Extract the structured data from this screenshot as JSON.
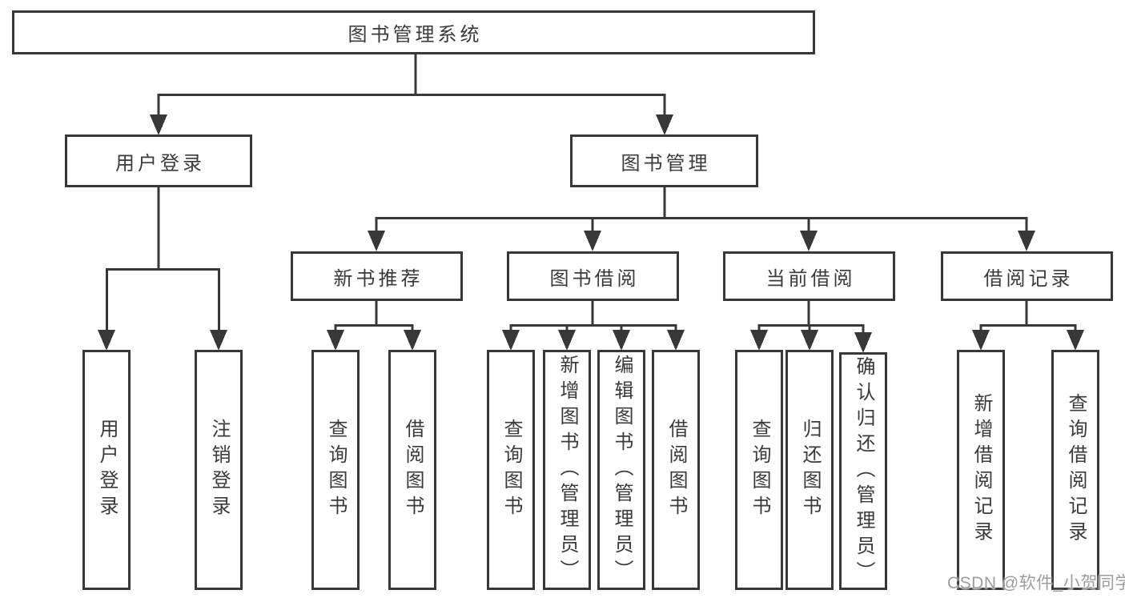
{
  "diagram_title": "图书管理系统",
  "colors": {
    "line": "#383838",
    "text": "#3a3a3a",
    "box_background": "#ffffff",
    "watermark_text": "#9d9d9d"
  },
  "watermark": "CSDN @软件_小贺同学",
  "nodes": {
    "root": "图书管理系统",
    "user_login_group": "用户登录",
    "book_mgmt_group": "图书管理",
    "new_book_rec": "新书推荐",
    "book_borrow": "图书借阅",
    "current_borrow": "当前借阅",
    "borrow_records": "借阅记录",
    "user_login": "用户登录",
    "logout": "注销登录",
    "rec_query_book": "查询图书",
    "rec_borrow_book": "借阅图书",
    "bb_query_book": "查询图书",
    "bb_add_book": "新增图书（管理员）",
    "bb_edit_book": "编辑图书（管理员）",
    "bb_borrow_book": "借阅图书",
    "cb_query_book": "查询图书",
    "cb_return_book": "归还图书",
    "cb_confirm_return": "确认归还（管理员）",
    "br_add_record": "新增借阅记录",
    "br_query_record": "查询借阅记录"
  },
  "hierarchy": {
    "root": [
      "user_login_group",
      "book_mgmt_group"
    ],
    "user_login_group": [
      "user_login",
      "logout"
    ],
    "book_mgmt_group": [
      "new_book_rec",
      "book_borrow",
      "current_borrow",
      "borrow_records"
    ],
    "new_book_rec": [
      "rec_query_book",
      "rec_borrow_book"
    ],
    "book_borrow": [
      "bb_query_book",
      "bb_add_book",
      "bb_edit_book",
      "bb_borrow_book"
    ],
    "current_borrow": [
      "cb_query_book",
      "cb_return_book",
      "cb_confirm_return"
    ],
    "borrow_records": [
      "br_add_record",
      "br_query_record"
    ]
  }
}
